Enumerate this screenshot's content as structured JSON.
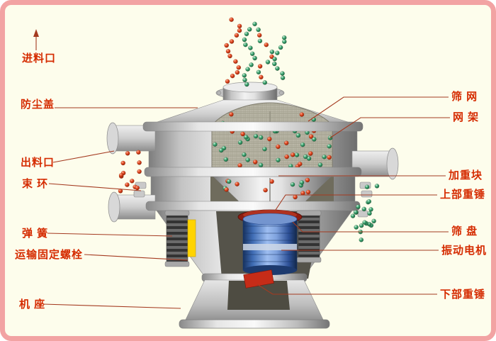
{
  "labels": {
    "left": [
      {
        "id": "feed-inlet",
        "text": "进料口"
      },
      {
        "id": "dust-cover",
        "text": "防尘盖"
      },
      {
        "id": "discharge-outlet",
        "text": "出料口"
      },
      {
        "id": "clamp-ring",
        "text": "束 环"
      },
      {
        "id": "spring",
        "text": "弹 簧"
      },
      {
        "id": "transport-fixing-bolt",
        "text": "运输固定螺栓"
      },
      {
        "id": "base",
        "text": "机 座"
      }
    ],
    "right": [
      {
        "id": "sieve-mesh",
        "text": "筛 网"
      },
      {
        "id": "mesh-frame",
        "text": "网 架"
      },
      {
        "id": "weight-block",
        "text": "加重块"
      },
      {
        "id": "upper-weight-hammer",
        "text": "上部重锤"
      },
      {
        "id": "sieve-plate",
        "text": "筛 盘"
      },
      {
        "id": "vibration-motor",
        "text": "振动电机"
      },
      {
        "id": "lower-weight-hammer",
        "text": "下部重锤"
      }
    ]
  },
  "colors": {
    "background": "#fdfdec",
    "border": "#f2a3a3",
    "label_text": "#d52b00",
    "leader_line": "#a43a20",
    "particle_red": "#d63c1e",
    "particle_green": "#35a06a",
    "motor_blue": "#3f6cb4",
    "weight_red": "#b03220",
    "highlight_yellow": "#ffd400"
  }
}
